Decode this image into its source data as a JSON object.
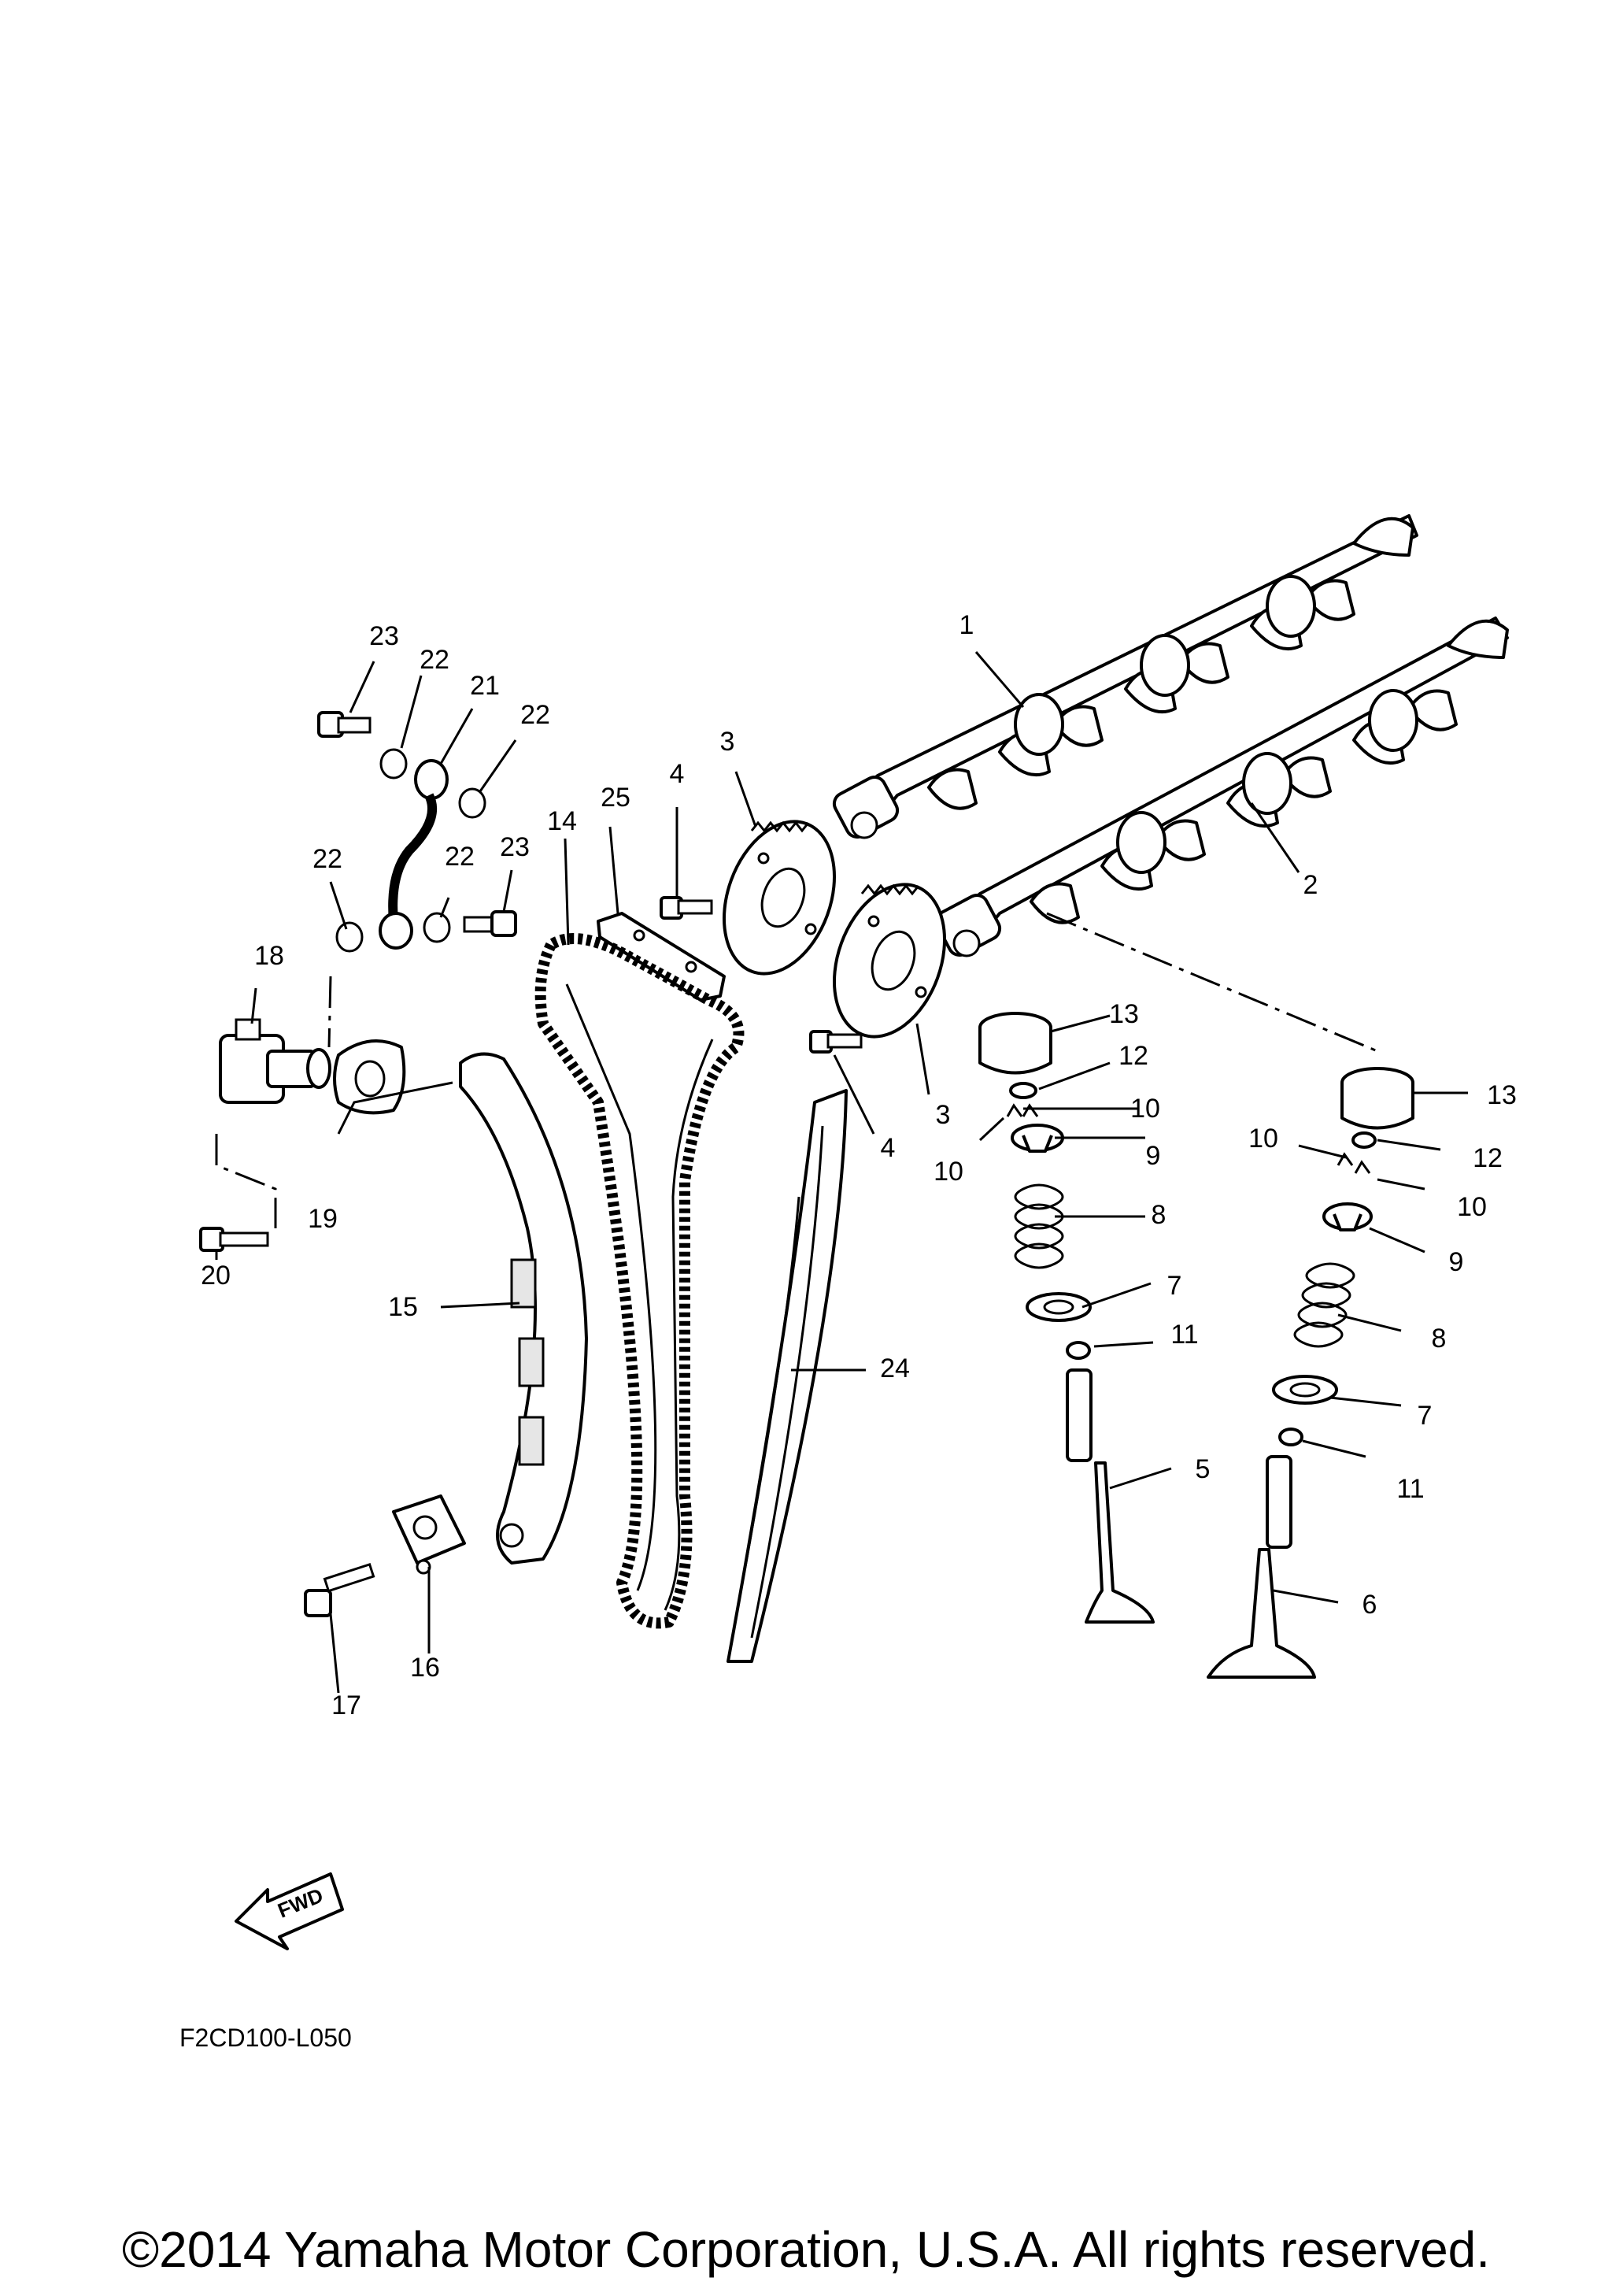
{
  "diagram": {
    "code": "F2CD100-L050",
    "fwd_label": "FWD",
    "copyright": "©2014 Yamaha Motor Corporation, U.S.A. All rights reserved."
  },
  "callouts": [
    {
      "id": "c1",
      "text": "1"
    },
    {
      "id": "c2",
      "text": "2"
    },
    {
      "id": "c3a",
      "text": "3"
    },
    {
      "id": "c3b",
      "text": "3"
    },
    {
      "id": "c4a",
      "text": "4"
    },
    {
      "id": "c4b",
      "text": "4"
    },
    {
      "id": "c5",
      "text": "5"
    },
    {
      "id": "c6",
      "text": "6"
    },
    {
      "id": "c7a",
      "text": "7"
    },
    {
      "id": "c7b",
      "text": "7"
    },
    {
      "id": "c8a",
      "text": "8"
    },
    {
      "id": "c8b",
      "text": "8"
    },
    {
      "id": "c9a",
      "text": "9"
    },
    {
      "id": "c9b",
      "text": "9"
    },
    {
      "id": "c10a",
      "text": "10"
    },
    {
      "id": "c10b",
      "text": "10"
    },
    {
      "id": "c10c",
      "text": "10"
    },
    {
      "id": "c10d",
      "text": "10"
    },
    {
      "id": "c11a",
      "text": "11"
    },
    {
      "id": "c11b",
      "text": "11"
    },
    {
      "id": "c12a",
      "text": "12"
    },
    {
      "id": "c12b",
      "text": "12"
    },
    {
      "id": "c13a",
      "text": "13"
    },
    {
      "id": "c13b",
      "text": "13"
    },
    {
      "id": "c14",
      "text": "14"
    },
    {
      "id": "c15",
      "text": "15"
    },
    {
      "id": "c16",
      "text": "16"
    },
    {
      "id": "c17",
      "text": "17"
    },
    {
      "id": "c18",
      "text": "18"
    },
    {
      "id": "c19",
      "text": "19"
    },
    {
      "id": "c20",
      "text": "20"
    },
    {
      "id": "c21",
      "text": "21"
    },
    {
      "id": "c22a",
      "text": "22"
    },
    {
      "id": "c22b",
      "text": "22"
    },
    {
      "id": "c22c",
      "text": "22"
    },
    {
      "id": "c22d",
      "text": "22"
    },
    {
      "id": "c23a",
      "text": "23"
    },
    {
      "id": "c23b",
      "text": "23"
    },
    {
      "id": "c24",
      "text": "24"
    },
    {
      "id": "c25",
      "text": "25"
    }
  ]
}
